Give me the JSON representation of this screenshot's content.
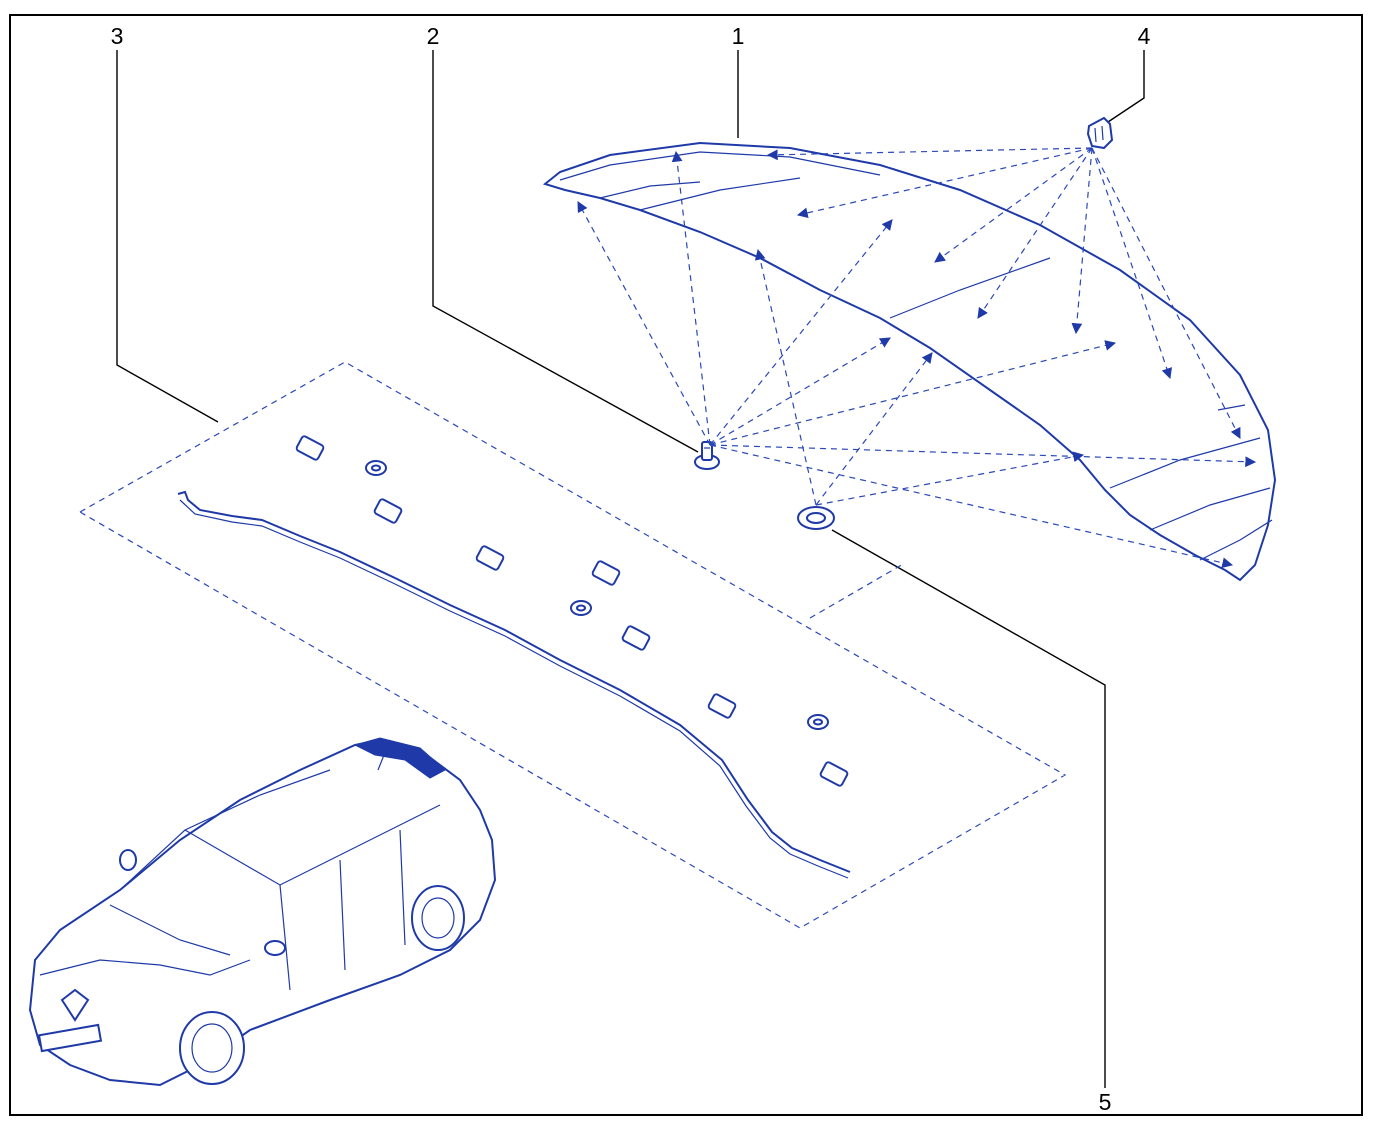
{
  "diagram": {
    "callouts": [
      {
        "id": "callout-1",
        "label": "1"
      },
      {
        "id": "callout-2",
        "label": "2"
      },
      {
        "id": "callout-3",
        "label": "3"
      },
      {
        "id": "callout-4",
        "label": "4"
      },
      {
        "id": "callout-5",
        "label": "5"
      }
    ],
    "colors": {
      "line_art": "#1f3aa8",
      "leader_lines": "#000000",
      "frame": "#000000",
      "background": "#ffffff"
    },
    "parts": [
      {
        "callout": "1",
        "name": "spoiler-icon"
      },
      {
        "callout": "2",
        "name": "fastener-stud-icon"
      },
      {
        "callout": "3",
        "name": "seal-strip-kit-icon"
      },
      {
        "callout": "4",
        "name": "clip-icon"
      },
      {
        "callout": "5",
        "name": "grommet-icon"
      }
    ]
  }
}
